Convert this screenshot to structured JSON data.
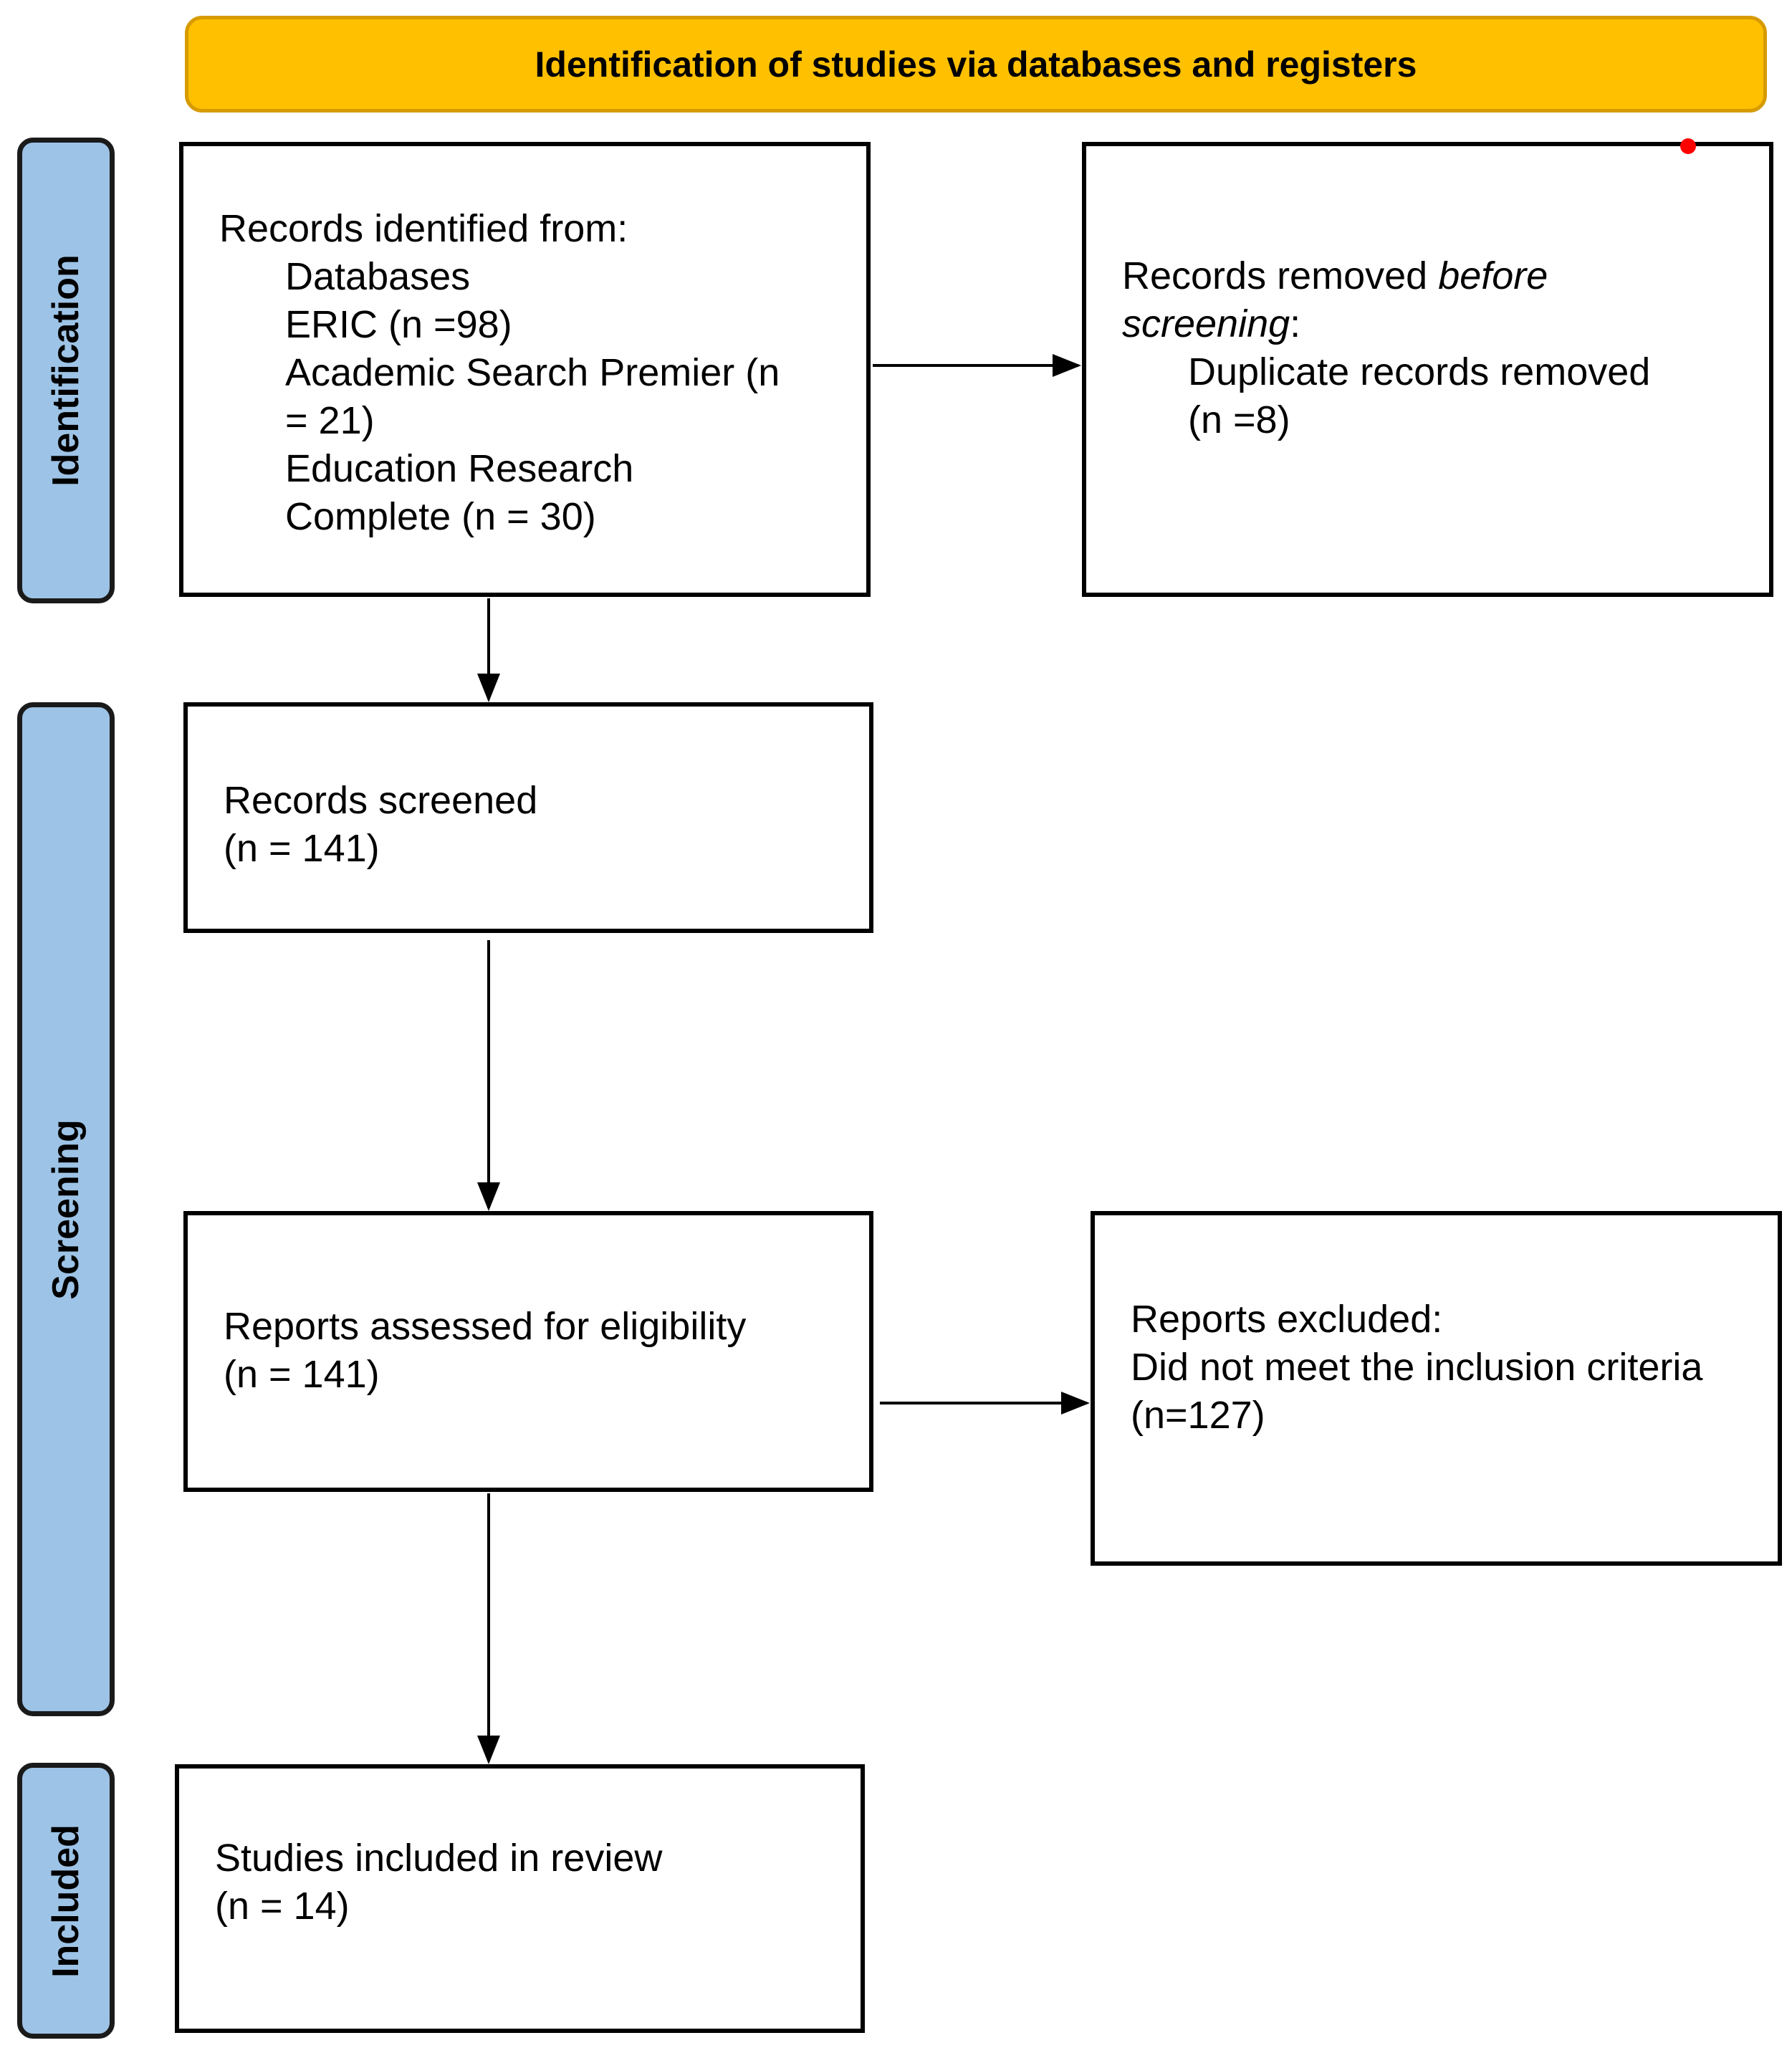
{
  "header": {
    "title": "Identification of studies via databases and registers",
    "color": "#ffc000"
  },
  "phases": {
    "identification": "Identification",
    "screening": "Screening",
    "included": "Included",
    "color": "#9dc3e6"
  },
  "boxes": {
    "identified": {
      "heading": "Records identified from:",
      "databases_label": "Databases",
      "eric": "ERIC (n =98)",
      "academic_line1": "Academic Search Premier (n",
      "academic_line2": "= 21)",
      "education_line1": "Education Research",
      "education_line2": "Complete (n = 30)"
    },
    "removed": {
      "heading_plain": "Records removed ",
      "heading_italic1": "before",
      "heading_italic2": "screening",
      "heading_colon": ":",
      "duplicates": "Duplicate records removed",
      "duplicates_count": "(n =8)"
    },
    "screened": {
      "label": "Records screened",
      "count": "(n = 141)"
    },
    "assessed": {
      "label": "Reports assessed for eligibility",
      "count": "(n = 141)"
    },
    "excluded": {
      "label": "Reports excluded:",
      "reason": "Did not meet the inclusion criteria",
      "count": "(n=127)"
    },
    "included": {
      "label": "Studies included in review",
      "count": "(n = 14)"
    }
  }
}
